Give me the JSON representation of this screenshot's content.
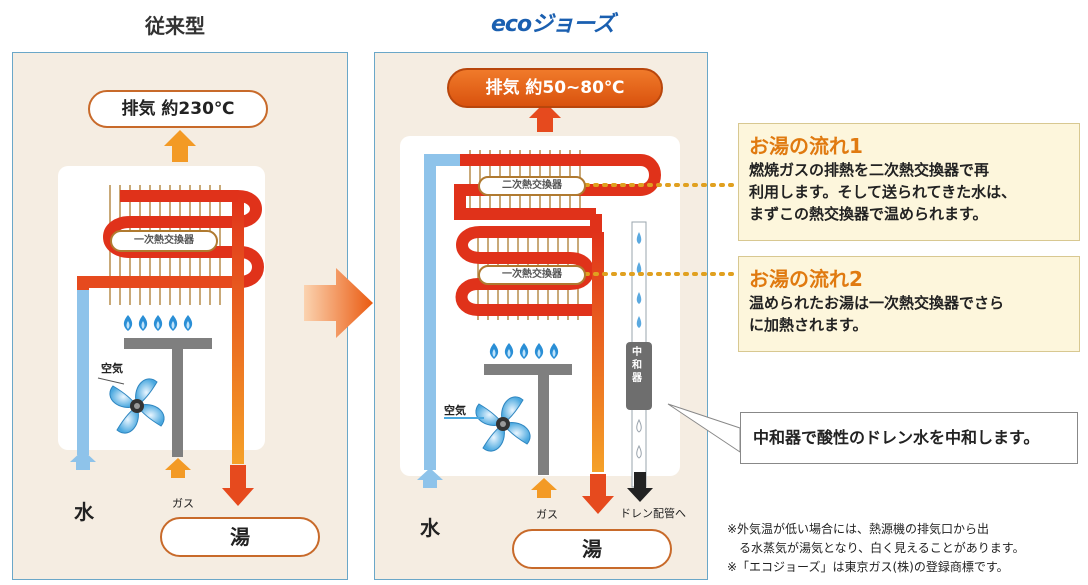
{
  "left": {
    "title": "従来型",
    "exhaust": "排気 約230℃",
    "hx1": "一次熱交換器",
    "air": "空気",
    "water": "水",
    "gas": "ガス",
    "hotwater": "湯"
  },
  "right": {
    "logo": "ecoジョーズ",
    "exhaust": "排気 約50~80℃",
    "hx2": "二次熱交換器",
    "hx1": "一次熱交換器",
    "neutralizer": "中和器",
    "air": "空気",
    "water": "水",
    "gas": "ガス",
    "drain": "ドレン配管へ",
    "hotwater": "湯"
  },
  "flow1": {
    "title": "お湯の流れ1",
    "text": [
      "燃焼ガスの排熱を二次熱交換器で再",
      "利用します。そして送られてきた水は、",
      "まずこの熱交換器で温められます。"
    ]
  },
  "flow2": {
    "title": "お湯の流れ2",
    "text": [
      "温められたお湯は一次熱交換器でさら",
      "に加熱されます。"
    ]
  },
  "callout": "中和器で酸性のドレン水を中和します。",
  "notes": [
    "※外気温が低い場合には、熱源機の排気口から出",
    "る水蒸気が湯気となり、白く見えることがあります。",
    "※「エコジョーズ」は東京ガス(株)の登録商標です。"
  ],
  "colors": {
    "hot": "#e0321a",
    "warm": "#f39a25",
    "cold": "#8ec3ea",
    "gas_pipe": "#7f7f7f",
    "accent": "#e07a10"
  }
}
